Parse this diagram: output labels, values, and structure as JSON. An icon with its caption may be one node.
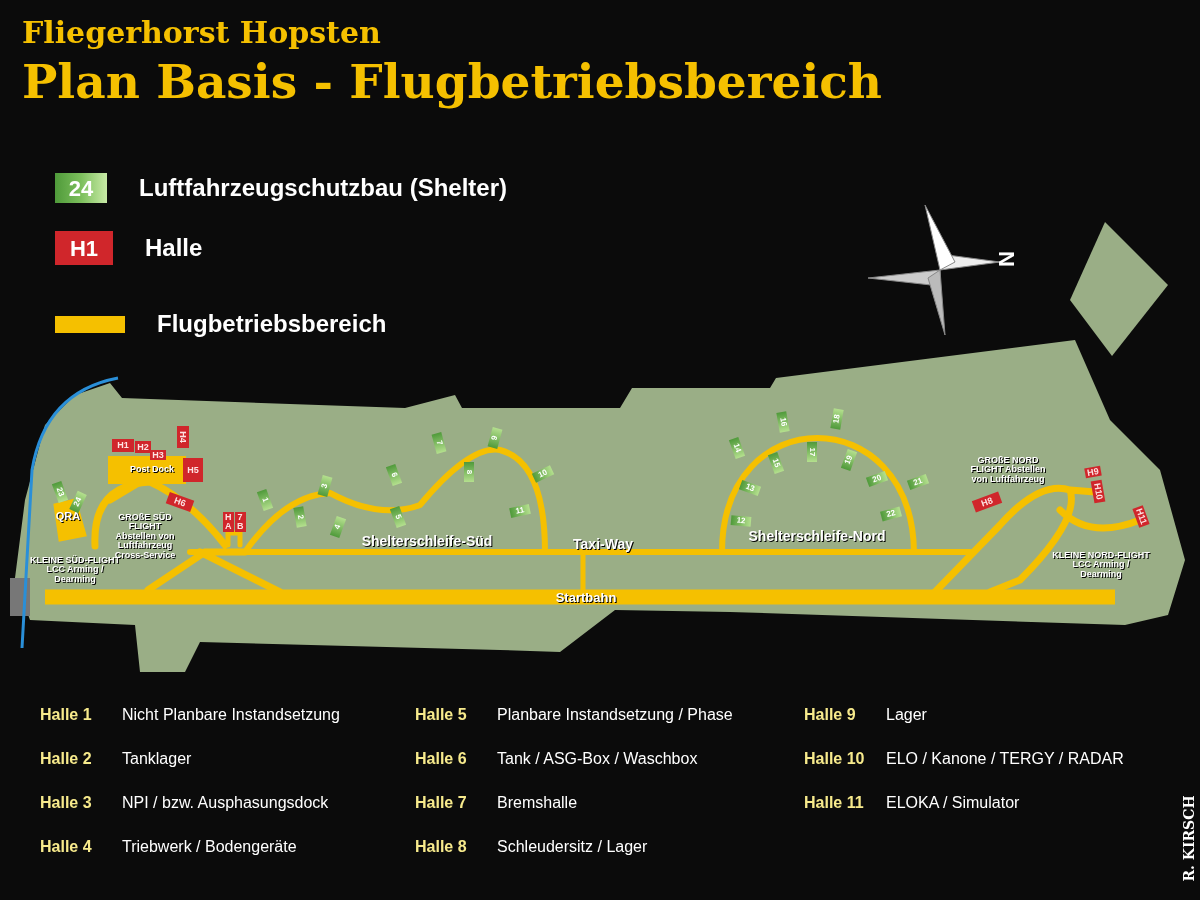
{
  "diagram": {
    "title": "Fliegerhorst Hopsten",
    "nodes": [
      {
        "text": [
          "1"
        ]
      },
      {
        "text": [
          "2"
        ]
      },
      {
        "text": [
          "3"
        ]
      },
      {
        "text": [
          "4"
        ]
      },
      {
        "text": [
          "5"
        ]
      },
      {
        "text": [
          "6"
        ]
      },
      {
        "text": [
          "7"
        ]
      },
      {
        "text": [
          "8"
        ]
      },
      {
        "text": [
          "9"
        ]
      },
      {
        "text": [
          "10"
        ]
      },
      {
        "text": [
          "11"
        ]
      },
      {
        "text": [
          "12"
        ]
      },
      {
        "text": [
          "13"
        ]
      },
      {
        "text": [
          "14"
        ]
      },
      {
        "text": [
          "15"
        ]
      },
      {
        "text": [
          "16"
        ]
      },
      {
        "text": [
          "17"
        ]
      },
      {
        "text": [
          "18"
        ]
      },
      {
        "text": [
          "19"
        ]
      },
      {
        "text": [
          "20"
        ]
      },
      {
        "text": [
          "21"
        ]
      },
      {
        "text": [
          "22"
        ]
      },
      {
        "text": [
          "23"
        ]
      },
      {
        "text": [
          "24"
        ]
      },
      {
        "text": [
          "H1"
        ]
      },
      {
        "text": [
          "H2"
        ]
      },
      {
        "text": [
          "H3"
        ]
      },
      {
        "text": [
          "H4"
        ]
      },
      {
        "text": [
          "H5"
        ]
      },
      {
        "text": [
          "H6"
        ]
      },
      {
        "text": [
          "H A"
        ]
      },
      {
        "text": [
          "7 B"
        ]
      },
      {
        "text": [
          "H8"
        ]
      },
      {
        "text": [
          "H9"
        ]
      },
      {
        "text": [
          "H10"
        ]
      },
      {
        "text": [
          "H11"
        ]
      }
    ],
    "labels": [
      "Plan Basis - Flugbetriebsbereich",
      "24",
      "H1",
      "N",
      "QRA",
      "Post Dock",
      "GROßE SÜD FLIGHT Abstellen von Luftfahrzeug Cross-Service",
      "KLEINE SÜD-FLIGHT LCC Arming / Dearming",
      "Shelterschleife-Süd",
      "Taxi-Way",
      "Shelterschleife-Nord",
      "GROßE NORD FLIGHT Abstellen von Luftfahrzeug",
      "KLEINE NORD-FLIGHT LCC Arming / Dearming",
      "Startbahn",
      "Halle 1",
      "Nicht Planbare Instandsetzung",
      "Halle 5",
      "Planbare Instandsetzung / Phase",
      "Halle 9",
      "Lager",
      "Halle 2",
      "Tanklager",
      "Halle 6",
      "Tank / ASG-Box / Waschbox",
      "Halle 10",
      "ELO / Kanone / TERGY / RADAR",
      "Halle 3",
      "NPI / bzw. Ausphasungsdock",
      "Halle 7",
      "Bremshalle",
      "Halle 11",
      "ELOKA / Simulator",
      "Halle 4",
      "Triebwerk / Bodengeräte",
      "Halle 8",
      "Schleudersitz / Lager",
      "R. KIRSCH"
    ],
    "legend": [
      {
        "text": "Luftfahrzeugschutzbau (Shelter)",
        "color": "#7cbf5c"
      },
      {
        "text": "Halle",
        "color": "#d0262b"
      },
      {
        "text": "Flugbetriebsbereich",
        "color": "#f5c000"
      }
    ]
  }
}
